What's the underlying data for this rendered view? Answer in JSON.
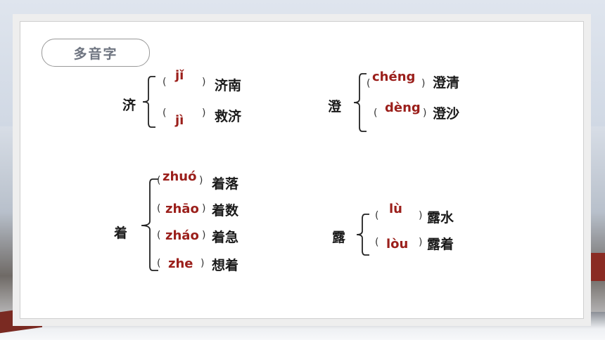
{
  "title": "多音字",
  "groups": {
    "ji": {
      "char": "济",
      "items": [
        {
          "pinyin": "jǐ",
          "word": "济南"
        },
        {
          "pinyin": "jì",
          "word": "救济"
        }
      ]
    },
    "cheng": {
      "char": "澄",
      "items": [
        {
          "pinyin": "chéng",
          "word": "澄清"
        },
        {
          "pinyin": "dèng",
          "word": "澄沙"
        }
      ]
    },
    "zhuo": {
      "char": "着",
      "items": [
        {
          "pinyin": "zhuó",
          "word": "着落"
        },
        {
          "pinyin": "zhāo",
          "word": "着数"
        },
        {
          "pinyin": "zháo",
          "word": "着急"
        },
        {
          "pinyin": "zhe",
          "word": "想着"
        }
      ]
    },
    "lu": {
      "char": "露",
      "items": [
        {
          "pinyin": "lù",
          "word": "露水"
        },
        {
          "pinyin": "lòu",
          "word": "露着"
        }
      ]
    }
  },
  "paren_open": "(",
  "paren_close": ")"
}
